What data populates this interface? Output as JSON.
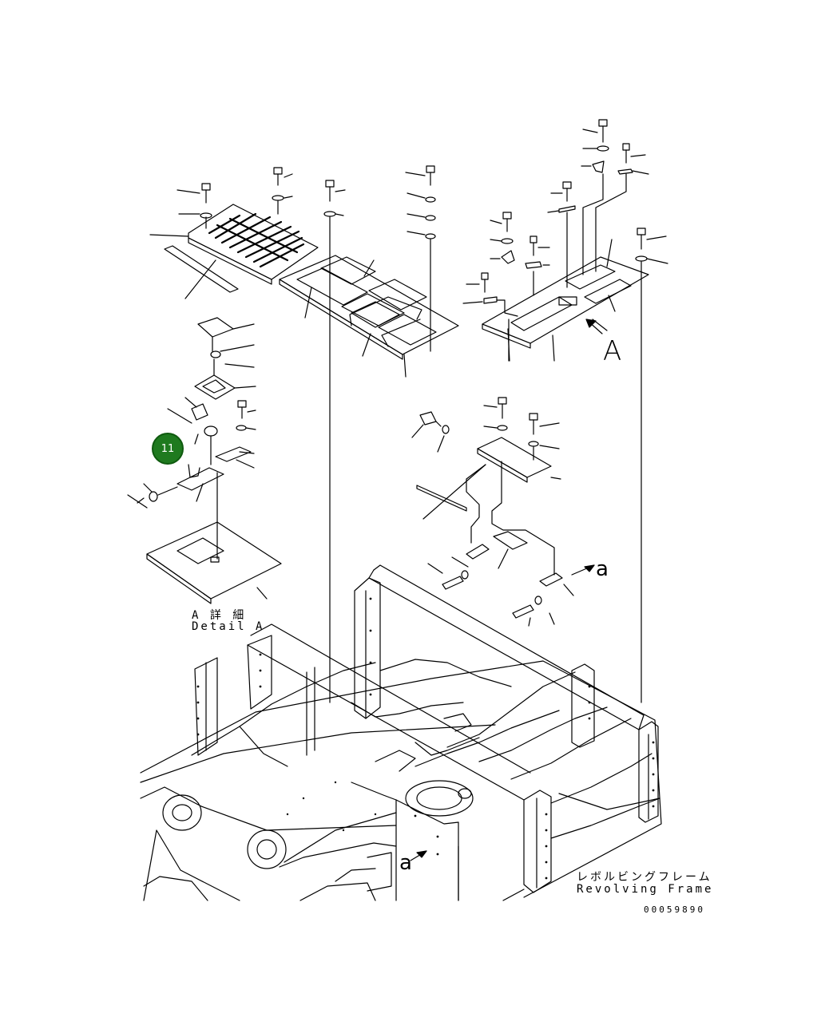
{
  "labels": {
    "detail_jp": "A 詳 細",
    "detail_en": "Detail A",
    "view_arrow": "A",
    "arrow_a_top": "a",
    "arrow_a_bottom": "a",
    "frame_jp": "レボルビングフレーム",
    "frame_en": "Revolving Frame",
    "drawing_number": "00059890"
  },
  "callout": {
    "number": "11",
    "color": "#1f7a1f"
  },
  "colors": {
    "line": "#000000",
    "background": "#ffffff"
  }
}
